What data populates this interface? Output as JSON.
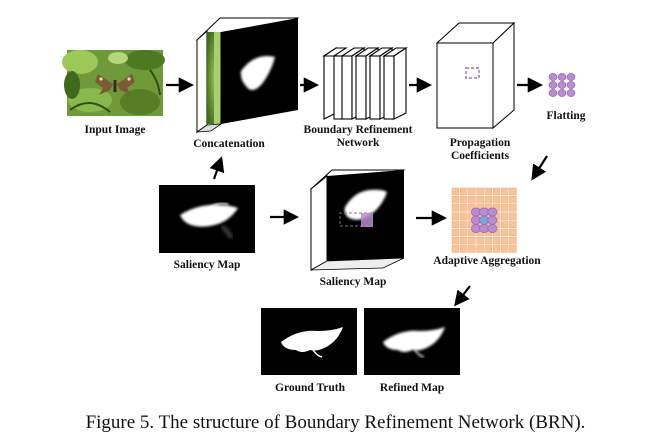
{
  "labels": {
    "input_image": "Input Image",
    "concatenation": "Concatenation",
    "brn_line1": "Boundary Refinement",
    "brn_line2": "Network",
    "prop_line1": "Propagation",
    "prop_line2": "Coefficients",
    "flatting": "Flatting",
    "saliency_map_left": "Saliency Map",
    "saliency_map_center": "Saliency Map",
    "adaptive_aggregation": "Adaptive Aggregation",
    "ground_truth": "Ground Truth",
    "refined_map": "Refined Map"
  },
  "caption": "Figure 5. The structure of Boundary Refinement Network (BRN).",
  "colors": {
    "grid_cell": "#f6c39a",
    "grid_cell_stroke": "#f0a060",
    "coef_dot": "#b98bd0",
    "coef_stroke": "#8a5aa8",
    "coef_highlight": "#7aa6d8",
    "mask_bg": "#000000",
    "mask_fg": "#ffffff",
    "foliage": "#5e8a2c",
    "arrow": "#000000"
  }
}
